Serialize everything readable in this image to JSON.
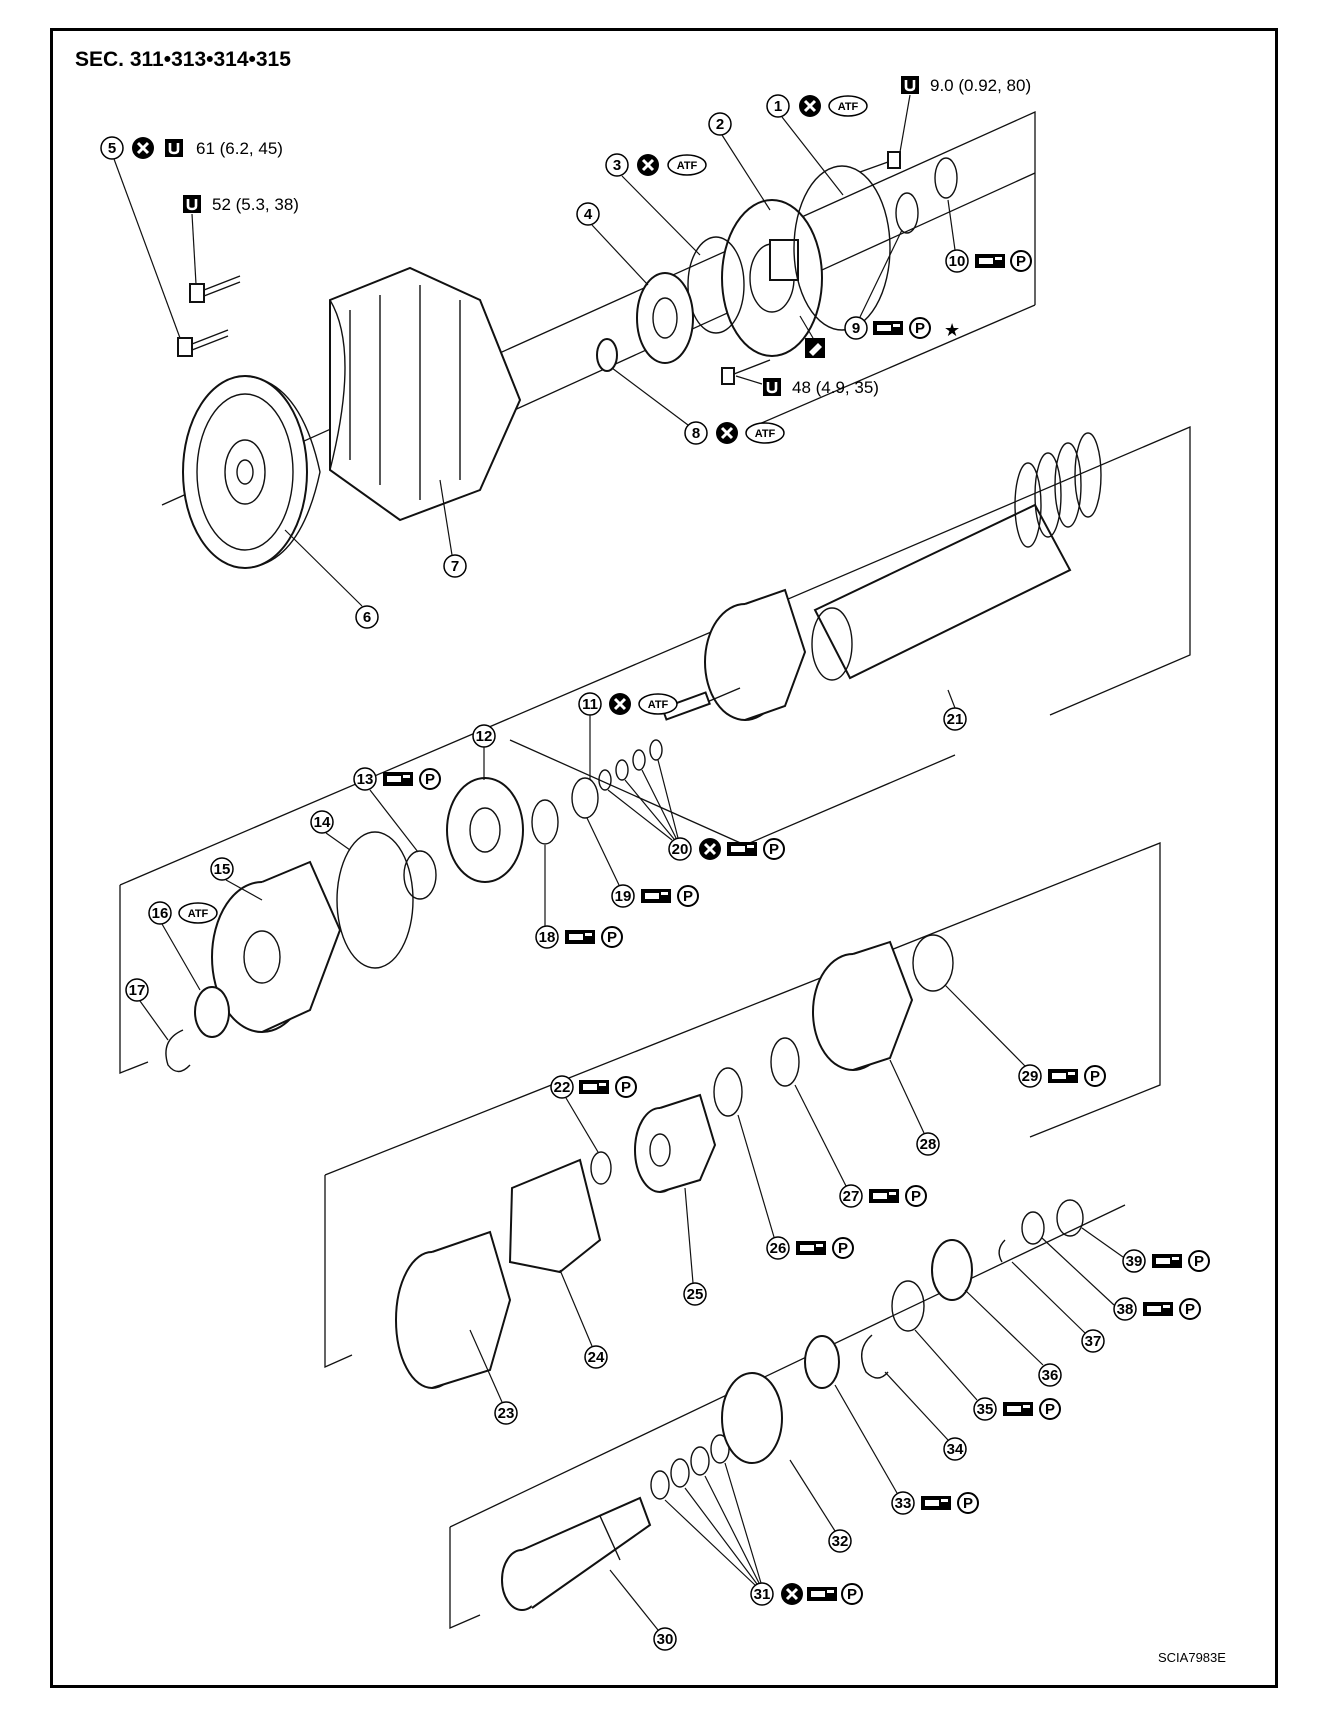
{
  "section_title": "SEC. 311•313•314•315",
  "figure_code": "SCIA7983E",
  "symbols": {
    "atf": "ATF",
    "petroleum_jelly": "P",
    "star": "★",
    "replace_icon": "x-circle-icon",
    "torque_icon": "wrench-icon",
    "petroleum_jelly_icon": "grease-icon",
    "sealant_icon": "sealant-icon"
  },
  "torques": {
    "pump_bolt": "9.0 (0.92, 80)",
    "bolt_5": "61 (6.2, 45)",
    "bolt_52": "52 (5.3, 38)",
    "bolt_48": "48 (4.9, 35)"
  },
  "callouts": {
    "n1": "1",
    "n2": "2",
    "n3": "3",
    "n4": "4",
    "n5": "5",
    "n6": "6",
    "n7": "7",
    "n8": "8",
    "n9": "9",
    "n10": "10",
    "n11": "11",
    "n12": "12",
    "n13": "13",
    "n14": "14",
    "n15": "15",
    "n16": "16",
    "n17": "17",
    "n18": "18",
    "n19": "19",
    "n20": "20",
    "n21": "21",
    "n22": "22",
    "n23": "23",
    "n24": "24",
    "n25": "25",
    "n26": "26",
    "n27": "27",
    "n28": "28",
    "n29": "29",
    "n30": "30",
    "n31": "31",
    "n32": "32",
    "n33": "33",
    "n34": "34",
    "n35": "35",
    "n36": "36",
    "n37": "37",
    "n38": "38",
    "n39": "39"
  }
}
